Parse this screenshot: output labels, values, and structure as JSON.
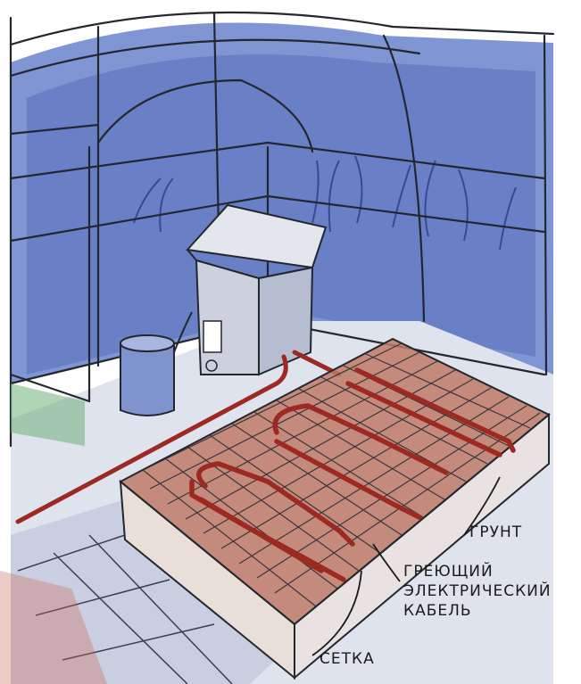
{
  "labels": {
    "ground": "ГРУНТ",
    "cable_line1": "ГРЕЮЩИЙ",
    "cable_line2": "ЭЛЕКТРИЧЕСКИЙ",
    "cable_line3": "КАБЕЛЬ",
    "mesh": "СЕТКА"
  },
  "colors": {
    "sky": "#5f79c4",
    "frame": "#23272e",
    "soil": "#b9705a",
    "cable": "#9c2a22",
    "mesh": "#2e2e33",
    "floor": "#d8dce8",
    "cabinet": "#d3d6e2",
    "barrel": "#7f93cf"
  }
}
